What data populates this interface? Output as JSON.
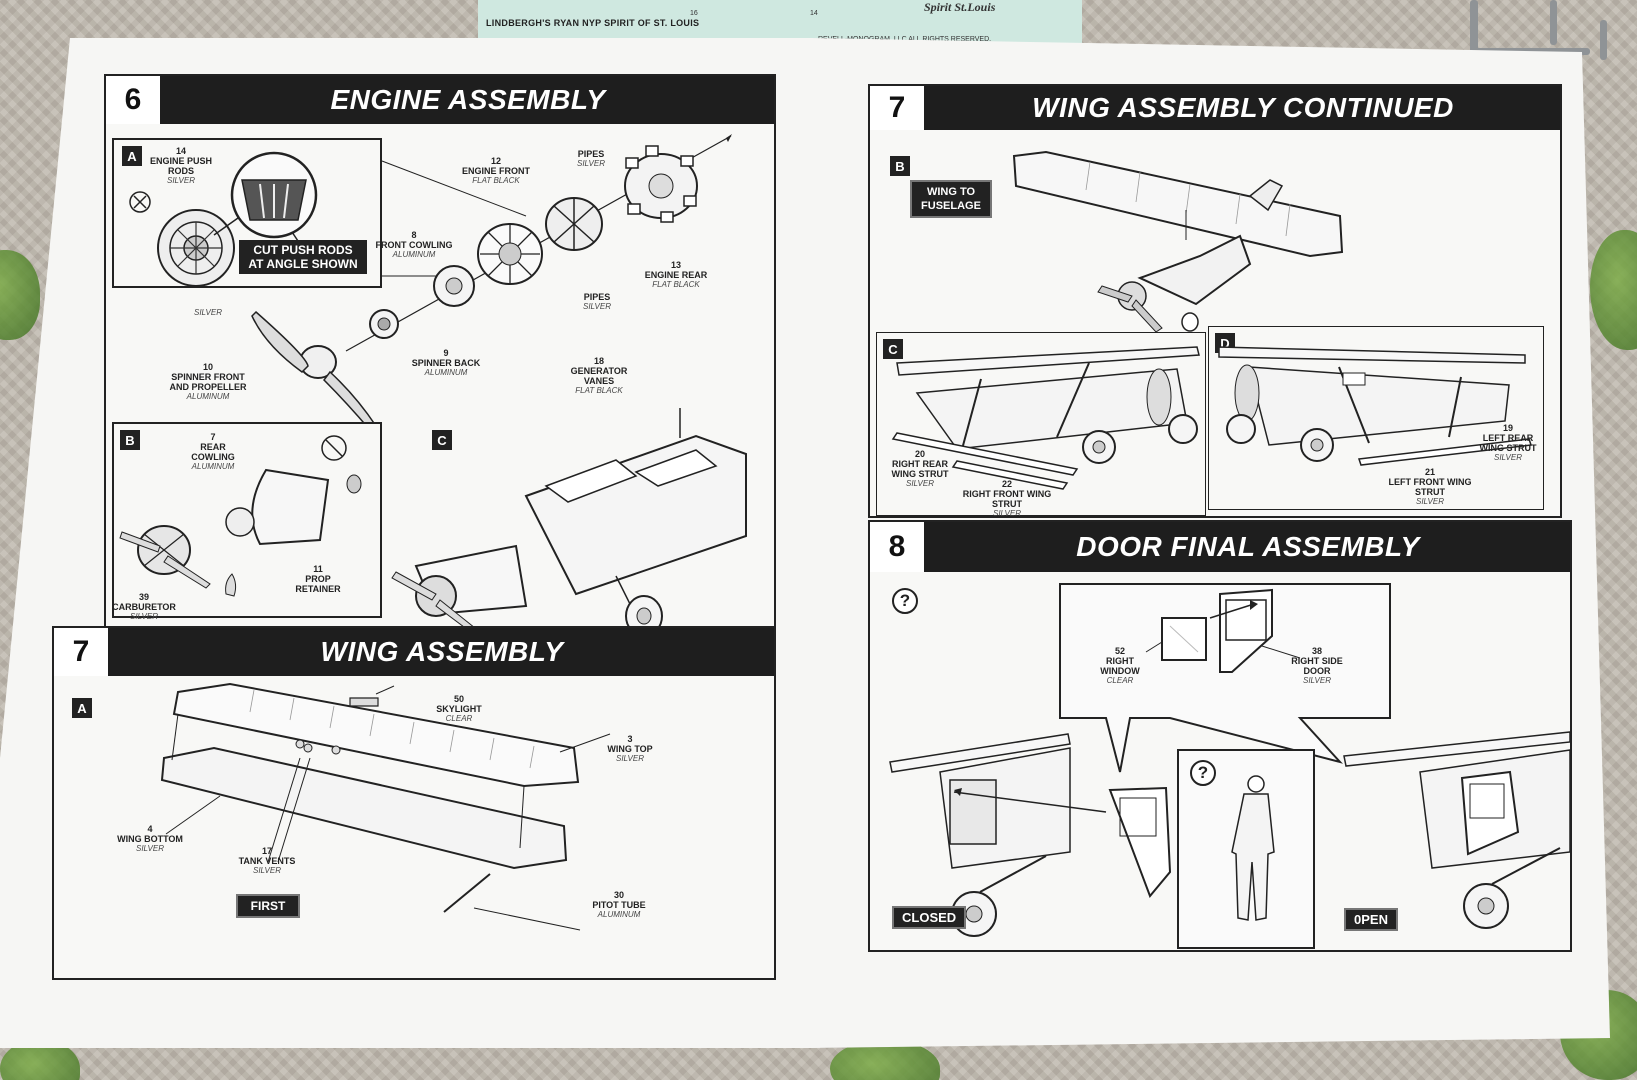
{
  "decal_sheet": {
    "title_text": "LINDBERGH'S RYAN NYP SPIRIT OF ST. LOUIS",
    "copyright": "REVELL-MONOGRAM, LLC ALL RIGHTS RESERVED.",
    "logo_text": "Spirit St.Louis",
    "numbers": [
      "16",
      "14"
    ]
  },
  "left_page": {
    "step6": {
      "number": "6",
      "title": "ENGINE ASSEMBLY",
      "sub_a": "A",
      "sub_b": "B",
      "sub_c": "C",
      "cut_note": "CUT PUSH RODS AT ANGLE SHOWN",
      "callouts": {
        "c14": {
          "num": "14",
          "name": "ENGINE PUSH RODS",
          "finish": "SILVER"
        },
        "c12": {
          "num": "12",
          "name": "ENGINE FRONT",
          "finish": "FLAT BLACK"
        },
        "pipes_top": {
          "name": "PIPES",
          "finish": "SILVER"
        },
        "c8": {
          "num": "8",
          "name": "FRONT COWLING",
          "finish": "ALUMINUM"
        },
        "c13": {
          "num": "13",
          "name": "ENGINE REAR",
          "finish": "FLAT BLACK"
        },
        "pipes_bottom": {
          "name": "PIPES",
          "finish": "SILVER"
        },
        "silver_prop": {
          "finish": "SILVER"
        },
        "c10": {
          "num": "10",
          "name": "SPINNER FRONT AND PROPELLER",
          "finish": "ALUMINUM"
        },
        "c9": {
          "num": "9",
          "name": "SPINNER BACK",
          "finish": "ALUMINUM"
        },
        "c18": {
          "num": "18",
          "name": "GENERATOR VANES",
          "finish": "FLAT BLACK"
        },
        "c7": {
          "num": "7",
          "name": "REAR COWLING",
          "finish": "ALUMINUM"
        },
        "c11": {
          "num": "11",
          "name": "PROP RETAINER",
          "finish": ""
        },
        "c39": {
          "num": "39",
          "name": "CARBURETOR",
          "finish": "SILVER"
        }
      }
    },
    "step7": {
      "number": "7",
      "title": "WING ASSEMBLY",
      "sub_a": "A",
      "first_tag": "FIRST",
      "callouts": {
        "c50": {
          "num": "50",
          "name": "SKYLIGHT",
          "finish": "CLEAR"
        },
        "c3": {
          "num": "3",
          "name": "WING TOP",
          "finish": "SILVER"
        },
        "c4": {
          "num": "4",
          "name": "WING BOTTOM",
          "finish": "SILVER"
        },
        "c17": {
          "num": "17",
          "name": "TANK VENTS",
          "finish": "SILVER"
        },
        "c30": {
          "num": "30",
          "name": "PITOT TUBE",
          "finish": "ALUMINUM"
        }
      }
    }
  },
  "right_page": {
    "step7c": {
      "number": "7",
      "title": "WING ASSEMBLY CONTINUED",
      "sub_b": "B",
      "sub_c": "C",
      "sub_d": "D",
      "fuselage_tag": "WING TO FUSELAGE",
      "callouts": {
        "c20": {
          "num": "20",
          "name": "RIGHT REAR WING STRUT",
          "finish": "SILVER"
        },
        "c22": {
          "num": "22",
          "name": "RIGHT FRONT WING STRUT",
          "finish": "SILVER"
        },
        "c21": {
          "num": "21",
          "name": "LEFT FRONT WING STRUT",
          "finish": "SILVER"
        },
        "c19": {
          "num": "19",
          "name": "LEFT REAR WING STRUT",
          "finish": "SILVER"
        }
      }
    },
    "step8": {
      "number": "8",
      "title": "DOOR FINAL ASSEMBLY",
      "question": "?",
      "closed_tag": "CLOSED",
      "open_tag": "0PEN",
      "callouts": {
        "c52": {
          "num": "52",
          "name": "RIGHT WINDOW",
          "finish": "CLEAR"
        },
        "c38": {
          "num": "38",
          "name": "RIGHT SIDE DOOR",
          "finish": "SILVER"
        }
      }
    }
  }
}
